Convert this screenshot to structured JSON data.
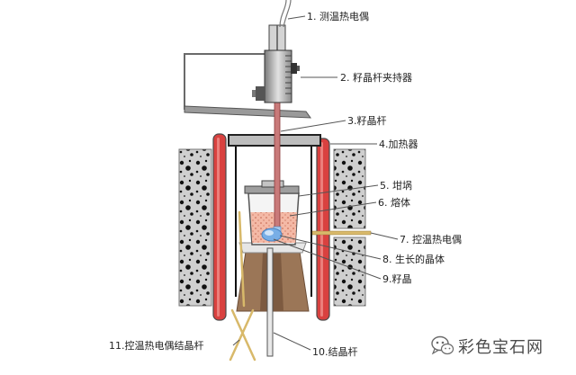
{
  "labels": [
    "1. 测温热电偶",
    "2. 籽晶杆夹持器",
    "3.籽晶杆",
    "4.加热器",
    "5. 坩埚",
    "6. 熔体",
    "7. 控温热电偶",
    "8. 生长的晶体",
    "9.籽晶",
    "10.结晶杆",
    "11.控温热电偶结晶杆"
  ],
  "watermark": {
    "text": "彩色宝石网",
    "icon": "wechat-icon"
  },
  "colors": {
    "heater": "#d9413f",
    "melt": "#f4b9a6",
    "crystal": "#78aee6",
    "pedestal": "#9b7657",
    "thermocouple": "#d8b96a",
    "seed_rod": "#c97a7a"
  }
}
